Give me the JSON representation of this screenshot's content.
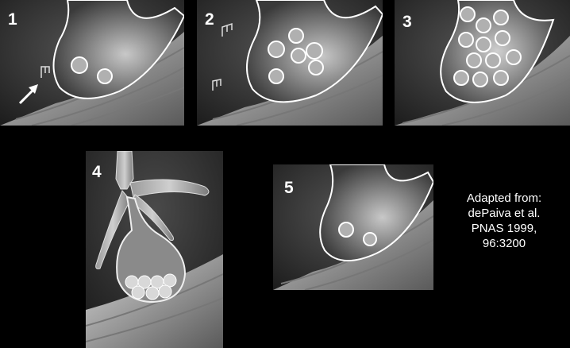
{
  "panels": [
    {
      "number": "1"
    },
    {
      "number": "2"
    },
    {
      "number": "3"
    },
    {
      "number": "4"
    },
    {
      "number": "5"
    }
  ],
  "citation": {
    "line1": "Adapted from:",
    "line2": "dePaiva et al.",
    "line3": "PNAS 1999,",
    "line4": "96:3200"
  },
  "colors": {
    "background": "#000000",
    "terminal_fill": "#8a8a8a",
    "vesicle_fill": "#a8a8a8",
    "outline": "#ffffff",
    "muscle": "#9a9a9a"
  },
  "icons": [
    "arrow-icon",
    "toxin-molecule-icon"
  ]
}
